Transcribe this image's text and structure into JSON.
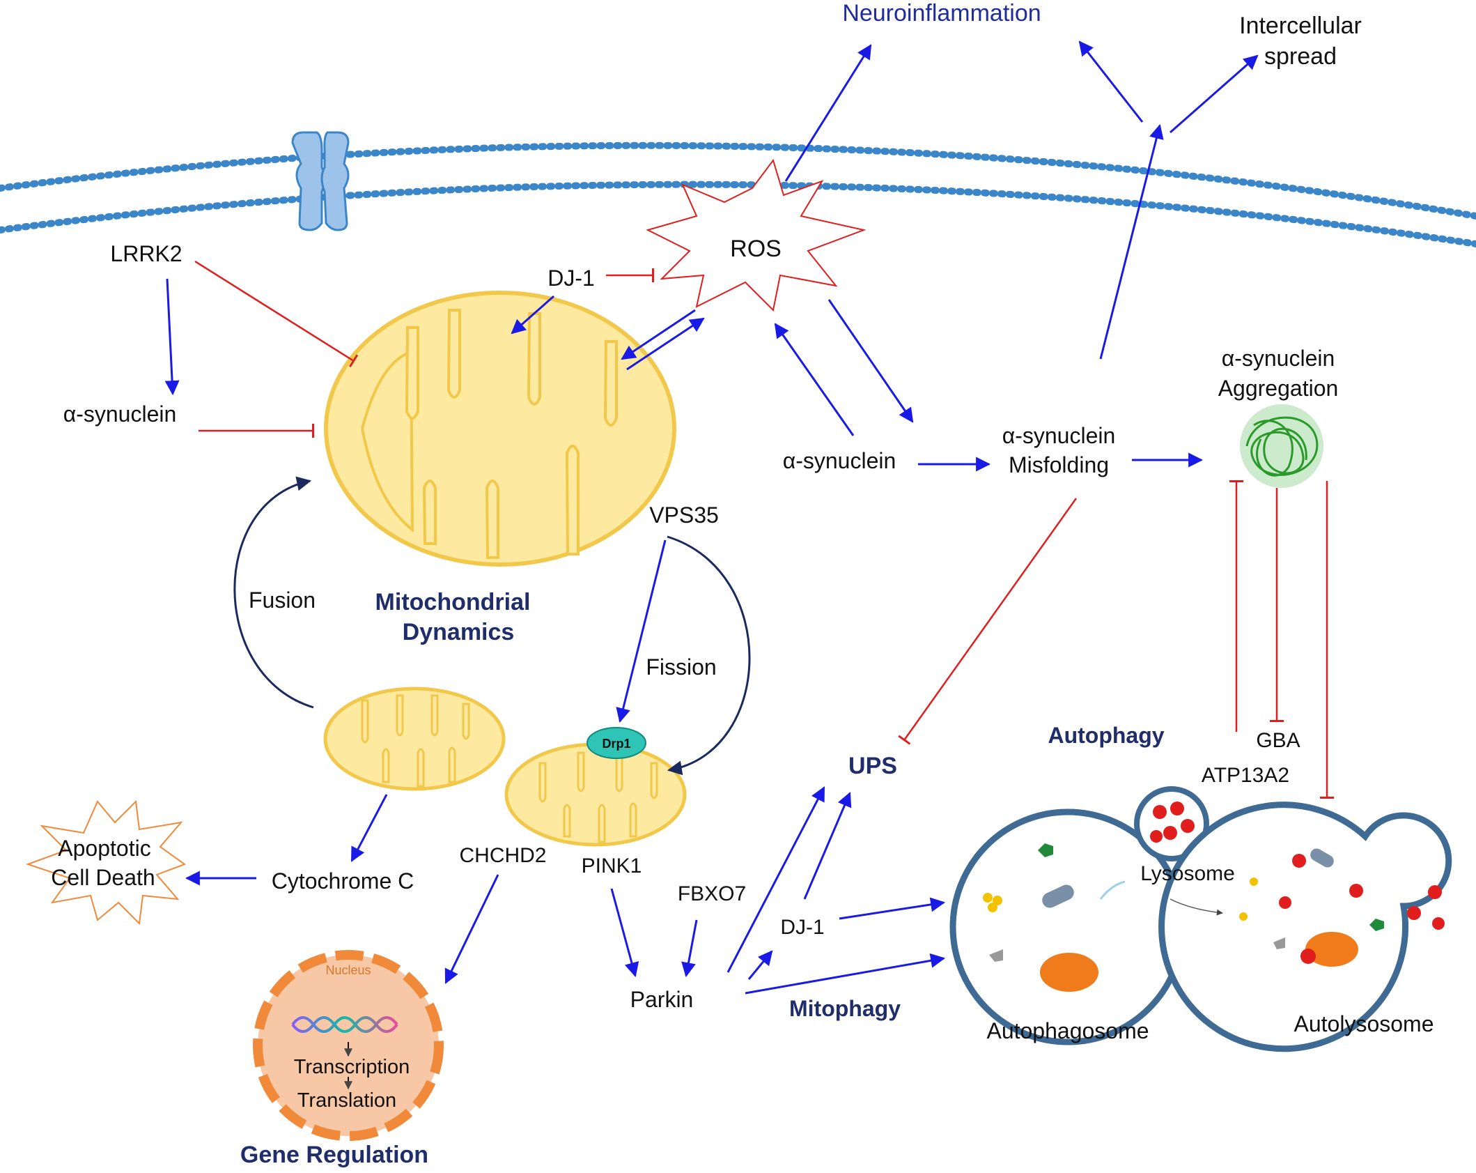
{
  "colors": {
    "activation": "#1a1ae6",
    "inhibition": "#e01e1e",
    "curve": "#1b2a5e",
    "membrane": "#3a86c8",
    "mito_fill": "#fde9a0",
    "mito_stroke": "#f2c84b",
    "vesicle": "#3e6a93",
    "nucleus": "#f7c7a6",
    "nucleus_rim": "#f08a3a",
    "drp1": "#2ec4b6",
    "aggregate": "#2b9a2b"
  },
  "labels": {
    "neuroinflammation": "Neuroinflammation",
    "intercellular_1": "Intercellular",
    "intercellular_2": "spread",
    "lrrk2": "LRRK2",
    "ros": "ROS",
    "dj1_top": "DJ-1",
    "asyn_left": "α-synuclein",
    "asyn_mid": "α-synuclein",
    "misfold_1": "α-synuclein",
    "misfold_2": "Misfolding",
    "agg_1": "α-synuclein",
    "agg_2": "Aggregation",
    "vps35": "VPS35",
    "fusion": "Fusion",
    "fission": "Fission",
    "mito_dyn_1": "Mitochondrial",
    "mito_dyn_2": "Dynamics",
    "drp1": "Drp1",
    "apoptotic_1": "Apoptotic",
    "apoptotic_2": "Cell Death",
    "cytochrome": "Cytochrome C",
    "chchd2": "CHCHD2",
    "pink1": "PINK1",
    "fbxo7": "FBXO7",
    "parkin": "Parkin",
    "dj1_bottom": "DJ-1",
    "ups": "UPS",
    "mitophagy": "Mitophagy",
    "autophagy": "Autophagy",
    "gba": "GBA",
    "atp13a2": "ATP13A2",
    "lysosome": "Lysosome",
    "autophagosome": "Autophagosome",
    "autolysosome": "Autolysosome",
    "nucleus": "Nucleus",
    "transcription": "Transcription",
    "translation": "Translation",
    "gene_regulation": "Gene Regulation"
  }
}
